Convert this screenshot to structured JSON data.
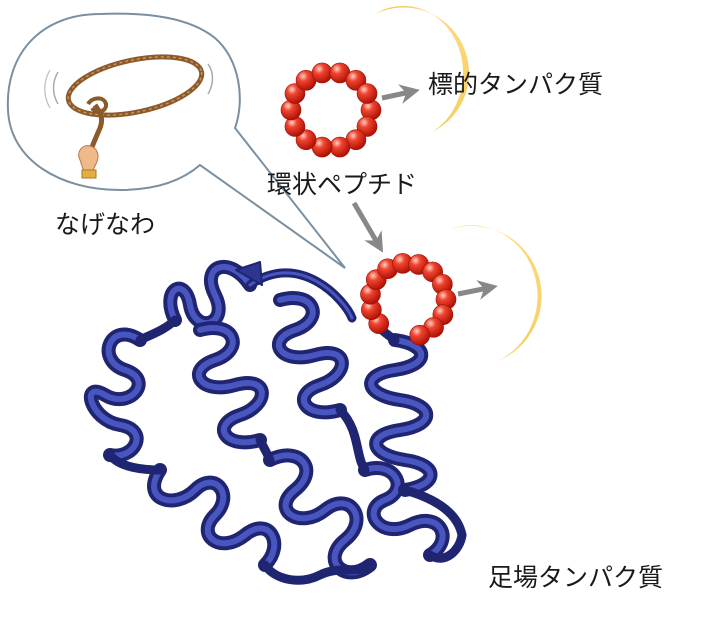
{
  "labels": {
    "target_protein": "標的タンパク質",
    "cyclic_peptide": "環状ペプチド",
    "lasso": "なげなわ",
    "scaffold_protein": "足場タンパク質"
  },
  "colors": {
    "target_yellow": "#f8cf5a",
    "bead_red": "#e8261b",
    "ribbon_blue": "#2d3590",
    "arrow_gray": "#888888",
    "rope_brown": "#8b5a2b"
  },
  "icons": [
    "lasso-rope-icon",
    "hand-icon",
    "speech-bubble"
  ]
}
